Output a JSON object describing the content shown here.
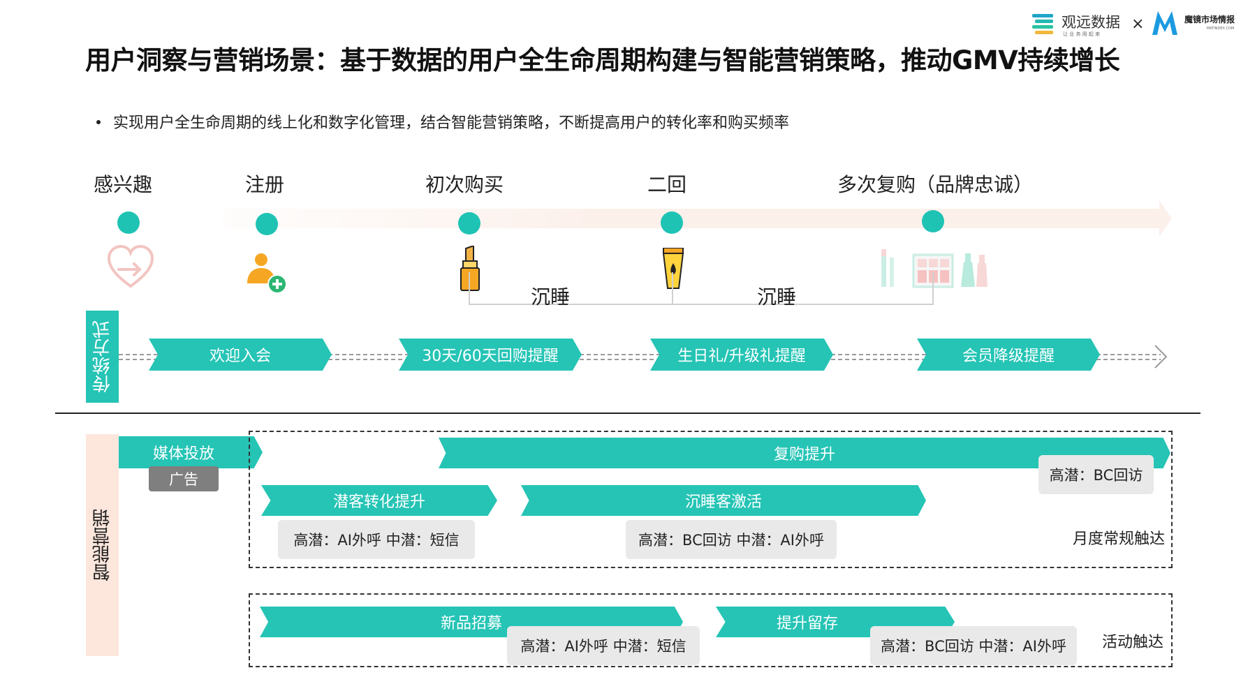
{
  "brand": {
    "logo1_name": "观远数据",
    "logo1_tagline": "让 业 务 用 起 来",
    "times": "×",
    "logo2_name": "魔镜市场情报",
    "logo2_tagline": "MKTINDEX.COM"
  },
  "title": "用户洞察与营销场景：基于数据的用户全生命周期构建与智能营销策略，推动GMV持续增长",
  "bullet": "实现用户全生命周期的线上化和数字化管理，结合智能营销策略，不断提高用户的转化率和购买频率",
  "stages": [
    "感兴趣",
    "注册",
    "初次购买",
    "二回",
    "多次复购（品牌忠诚）"
  ],
  "sleep_labels": [
    "沉睡",
    "沉睡"
  ],
  "traditional": {
    "label": "传统方式",
    "steps": [
      "欢迎入会",
      "30天/60天回购提醒",
      "生日礼/升级礼提醒",
      "会员降级提醒"
    ]
  },
  "smart": {
    "label": "智能营销",
    "media": "媒体投放",
    "ad": "广告",
    "monthly": {
      "repurchase": "复购提升",
      "repurchase_chip": "高潜：BC回访",
      "prospect": "潜客转化提升",
      "prospect_chip": "高潜：AI外呼   中潜：短信",
      "reactivate": "沉睡客激活",
      "reactivate_chip": "高潜：BC回访   中潜：AI外呼",
      "reach_label": "月度常规触达"
    },
    "campaign": {
      "new_recruit": "新品招募",
      "new_recruit_chip": "高潜：AI外呼  中潜：短信",
      "retention": "提升留存",
      "retention_chip": "高潜：BC回访  中潜：AI外呼",
      "reach_label": "活动触达"
    }
  },
  "colors": {
    "teal": "#25c4b5",
    "peach": "#fde6dc",
    "chip_gray": "#e9e9e9",
    "ad_gray": "#7f7f7f"
  }
}
